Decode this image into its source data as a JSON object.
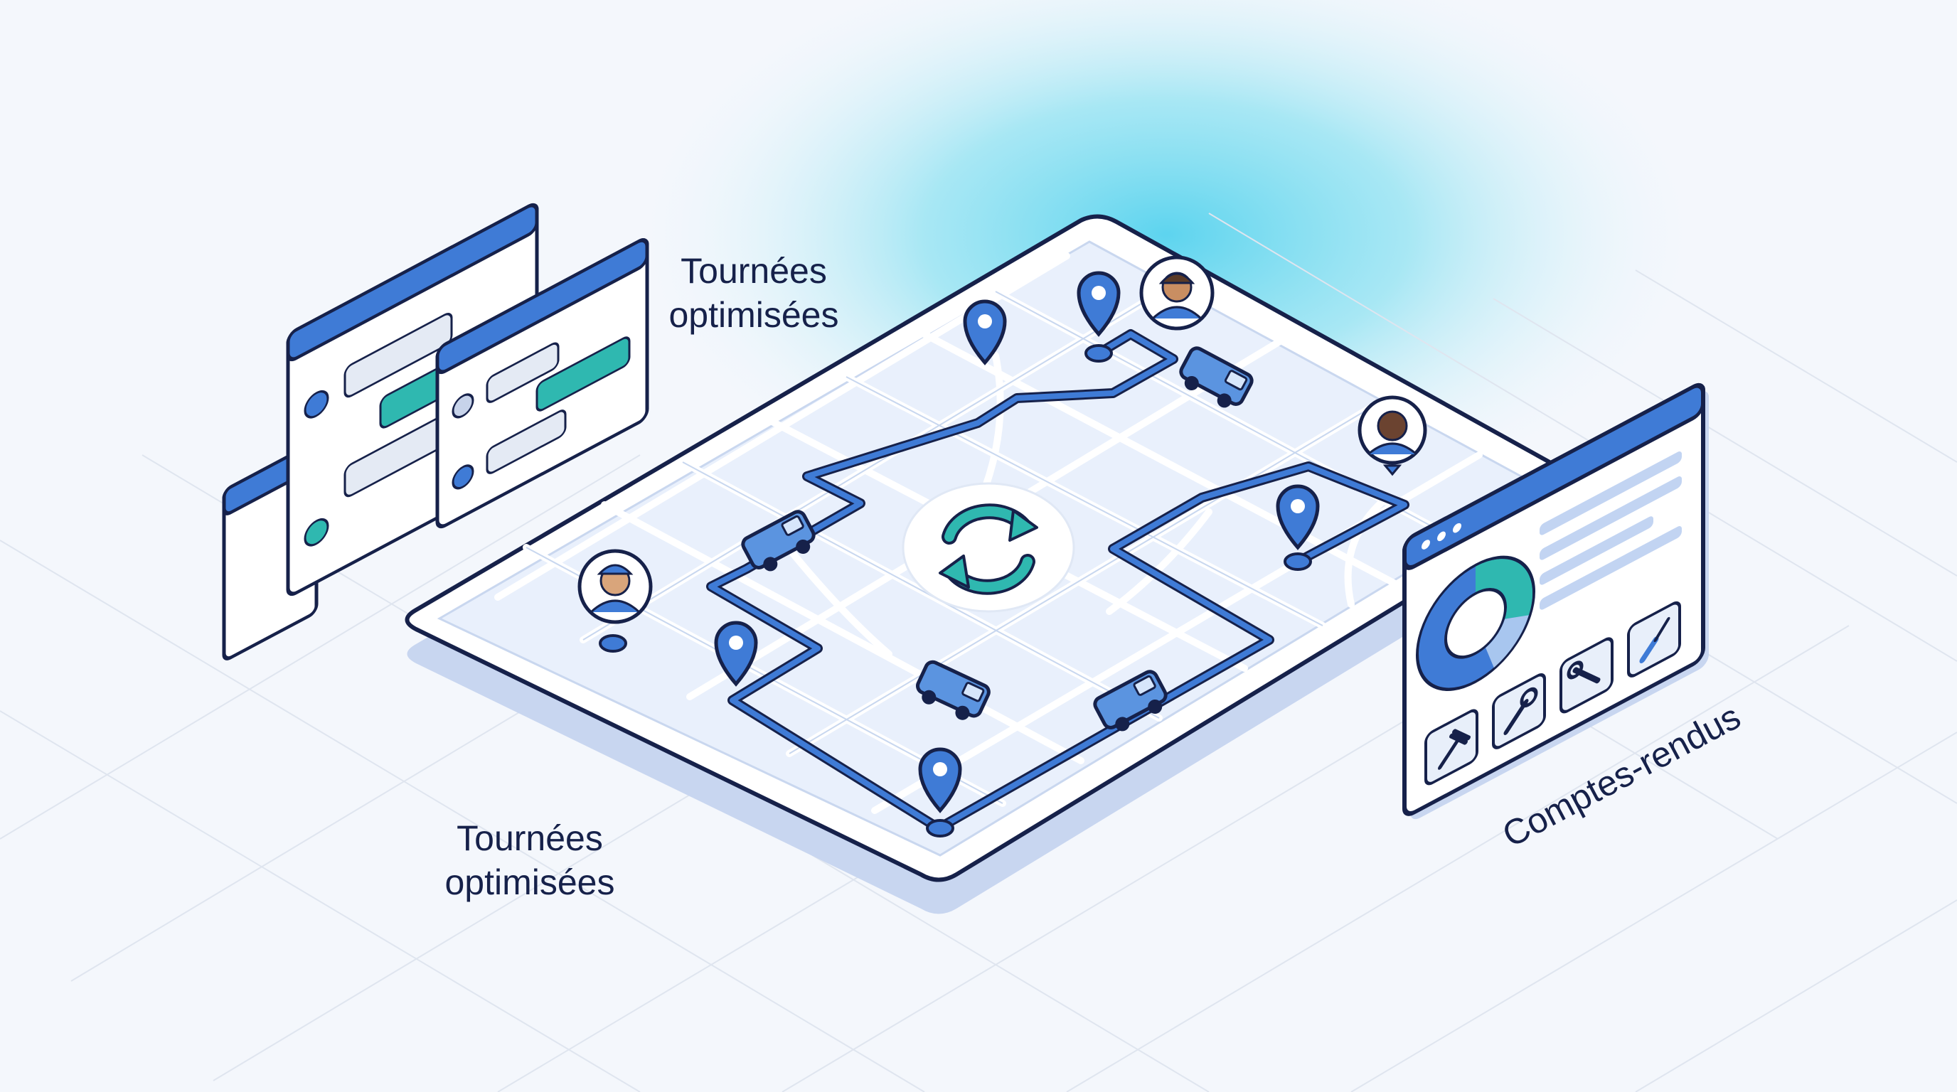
{
  "labels": {
    "top_left": "Tournées optimisées",
    "bottom_left": "Tournées optimisées",
    "right": "Comptes-rendus"
  },
  "icons": {
    "center": "refresh-icon",
    "pin": "map-pin-icon",
    "van": "delivery-van-icon",
    "avatar": "technician-avatar-icon",
    "report_tools": [
      "hammer-icon",
      "wrench-icon",
      "adjustable-wrench-icon",
      "screwdriver-icon"
    ],
    "report_chart": "donut-chart-icon"
  },
  "colors": {
    "primary": "#3f7bd6",
    "route": "#2f66cc",
    "navy": "#16214a",
    "teal": "#2fb8b0",
    "glow": "#5fd4ec",
    "map_fill": "#e9f0fc"
  }
}
